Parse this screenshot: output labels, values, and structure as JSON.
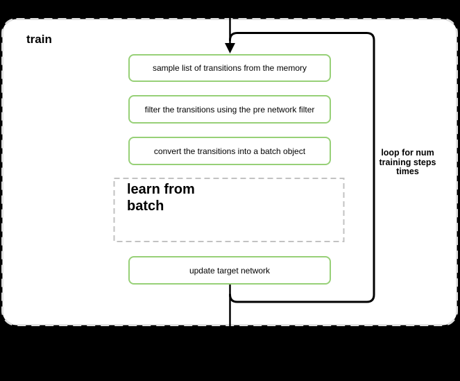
{
  "diagram": {
    "title": "train",
    "steps": [
      {
        "label": "sample list of transitions from the memory"
      },
      {
        "label": "filter the transitions using the pre network filter"
      },
      {
        "label": "convert the transitions into a batch object"
      }
    ],
    "subprocess": {
      "label": "learn from\nbatch"
    },
    "final_step": {
      "label": "update target network"
    },
    "loop_note": "loop for num\ntraining steps\ntimes",
    "colors": {
      "background": "#000000",
      "container_fill": "#ffffff",
      "container_dash": "#e0e0e0",
      "subprocess_dash": "#c2c2c2",
      "step_border": "#97d077",
      "loop_stroke": "#000000"
    }
  }
}
